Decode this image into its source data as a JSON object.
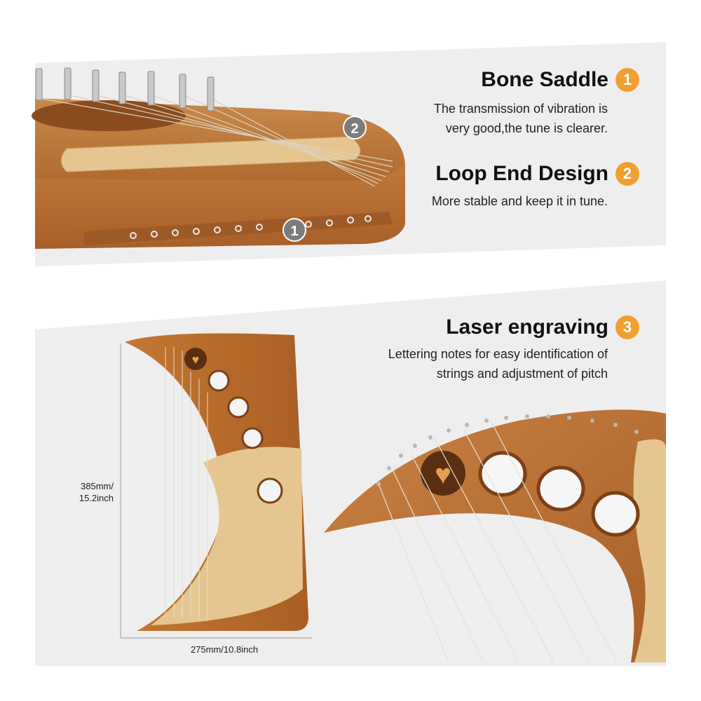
{
  "colors": {
    "band": "#eeeeee",
    "accent": "#f0a030",
    "callout": "#7c7c7c",
    "wood_dark": "#b86a2c",
    "wood_light": "#e6c690"
  },
  "features": [
    {
      "number": "1",
      "title": "Bone Saddle",
      "lines": [
        "The transmission of vibration is",
        "very good,the tune is clearer."
      ]
    },
    {
      "number": "2",
      "title": "Loop End Design",
      "lines": [
        "More stable and keep it in tune."
      ]
    },
    {
      "number": "3",
      "title": "Laser engraving",
      "lines": [
        "Lettering notes for easy identification of",
        "strings and adjustment of pitch"
      ]
    }
  ],
  "callouts": {
    "first": "1",
    "second": "2"
  },
  "dimensions": {
    "height_mm": "385mm/",
    "height_inch": "15.2inch",
    "width": "275mm/10.8inch"
  }
}
